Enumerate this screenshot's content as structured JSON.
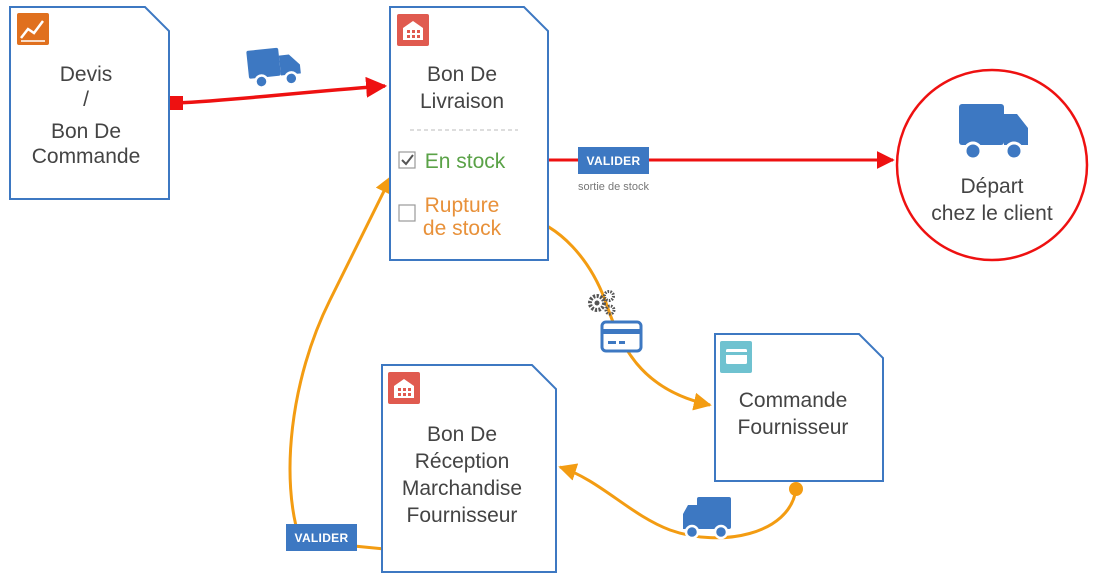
{
  "documents": {
    "devis": {
      "lines": [
        "Devis",
        "/",
        "Bon De",
        "Commande"
      ]
    },
    "livraison": {
      "lines": [
        "Bon De",
        "Livraison"
      ],
      "in_stock": "En stock",
      "out_of_stock_lines": [
        "Rupture",
        "de stock"
      ]
    },
    "depart": {
      "lines": [
        "Départ",
        "chez le client"
      ]
    },
    "commande_fournisseur": {
      "lines": [
        "Commande",
        "Fournisseur"
      ]
    },
    "reception": {
      "lines": [
        "Bon De",
        "Réception",
        "Marchandise",
        "Fournisseur"
      ]
    }
  },
  "actions": {
    "valider_stock": {
      "label": "VALIDER",
      "caption": "sortie de stock"
    },
    "valider_reception": {
      "label": "VALIDER"
    }
  },
  "icons": {
    "devis": "chart-line-icon",
    "livraison": "warehouse-icon",
    "commande_fournisseur": "credit-card-icon",
    "reception": "warehouse-icon",
    "truck": "truck-icon",
    "gears": "gears-icon",
    "card": "credit-card-icon"
  },
  "colors": {
    "doc_border": "#3d78c2",
    "blue_icon": "#3d78c2",
    "red_flow": "#ee1111",
    "orange_flow": "#f39c12",
    "in_stock_text": "#5aa247",
    "out_of_stock_text": "#e8913a",
    "badge_bg": "#3d78c2",
    "devis_icon_bg": "#e0701e",
    "warehouse_icon_bg": "#e05a4f",
    "card_icon_bg": "#6fc2d0"
  }
}
